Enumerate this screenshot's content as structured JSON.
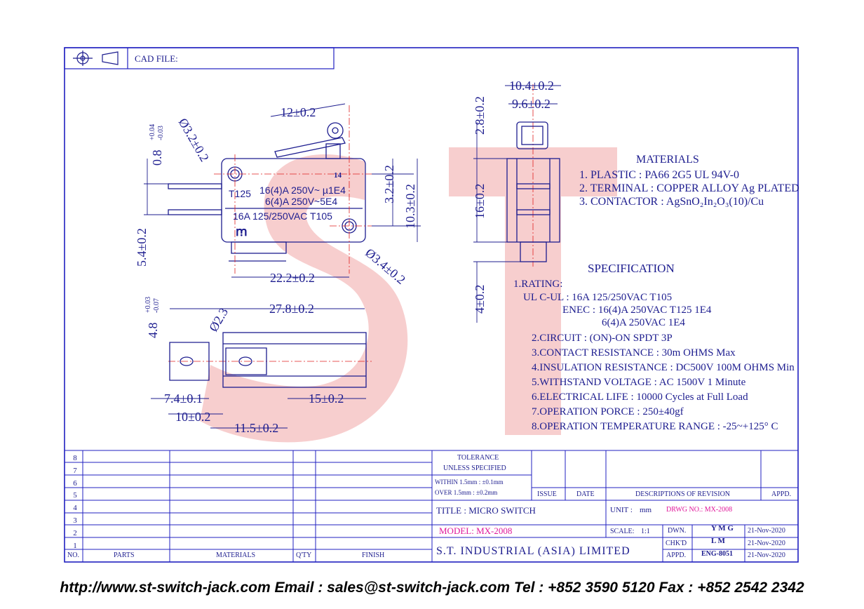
{
  "header": {
    "cad_file_label": "CAD FILE:"
  },
  "dimensions": {
    "top_view": {
      "hole_dia": "Ø3.2±0.2",
      "lever_offset": "12±0.2",
      "terminal_thk": "0.8",
      "terminal_thk_tol_plus": "+0.04",
      "terminal_thk_tol_minus": "-0.03",
      "dim_3_2": "3.2±0.2",
      "dim_10_3": "10.3±0.2",
      "dim_5_4": "5.4±0.2",
      "dim_22_2": "22.2±0.2",
      "hole2_dia": "Ø3.4±0.2"
    },
    "body_marks": {
      "t125": "T125",
      "rating_line1": "16(4)A 250V~ µ1E4",
      "rating_line2": "6(4)A 250V~5E4",
      "rating_line3": "16A 125/250VAC T105",
      "ul_mark": "ꭑ",
      "ce_mark": "14"
    },
    "bottom_view": {
      "dim_4_8": "4.8",
      "dim_4_8_tol_plus": "+0.03",
      "dim_4_8_tol_minus": "-0.07",
      "dim_dia_2_3": "Ø2.3",
      "dim_27_8": "27.8±0.2",
      "dim_7_4": "7.4±0.1",
      "dim_10": "10±0.2",
      "dim_11_5": "11.5±0.2",
      "dim_15": "15±0.2"
    },
    "side_view": {
      "dim_10_4": "10.4±0.2",
      "dim_9_6": "9.6±0.2",
      "dim_2_8": "2.8±0.2",
      "dim_16": "16±0.2",
      "dim_4": "4±0.2"
    }
  },
  "materials": {
    "title": "MATERIALS",
    "items": [
      "1. PLASTIC : PA66 2G5 UL 94V-0",
      "2. TERMINAL : COPPER ALLOY Ag PLATED",
      "3. CONTACTOR : AgSnO₂In₂O₃(10)/Cu"
    ]
  },
  "specification": {
    "title": "SPECIFICATION",
    "rating_head": "1.RATING:",
    "rating_lines": [
      "UL C-UL : 16A 125/250VAC T105",
      "ENEC : 16(4)A 250VAC T125 1E4",
      "6(4)A 250VAC 1E4"
    ],
    "items": [
      "2.CIRCUIT : (ON)-ON SPDT 3P",
      "3.CONTACT RESISTANCE : 30m OHMS Max",
      "4.INSULATION RESISTANCE : DC500V 100M OHMS Min",
      "5.WITHSTAND VOLTAGE : AC 1500V 1 Minute",
      "6.ELECTRICAL LIFE : 10000 Cycles at Full Load",
      "7.OPERATION PORCE : 250±40gf",
      "8.OPERATION TEMPERATURE RANGE : -25~+125° C"
    ]
  },
  "title_block": {
    "tolerance_line1": "TOLERANCE",
    "tolerance_line2": "UNLESS SPECIFIED",
    "within": "WITHIN 1.5mm : ±0.1mm",
    "over": "OVER 1.5mm : ±0.2mm",
    "issue": "ISSUE",
    "date": "DATE",
    "descriptions": "DESCRIPTIONS OF REVISION",
    "appd_col": "APPD.",
    "title": "TITLE : MICRO SWITCH",
    "unit_label": "UNIT :",
    "unit_value": "mm",
    "drwg_no": "DRWG NO.: MX-2008",
    "model": "MODEL: MX-2008",
    "scale_label": "SCALE:",
    "scale_value": "1:1",
    "dwn_label": "DWN.",
    "dwn_name": "Y M G",
    "dwn_date": "21-Nov-2020",
    "chkd_label": "CHK'D",
    "chkd_name": "L M",
    "chkd_date": "21-Nov-2020",
    "appd_label": "APPD.",
    "appd_name": "ENG-8051",
    "appd_date": "21-Nov-2020",
    "company": "S.T. INDUSTRIAL (ASIA) LIMITED"
  },
  "parts_table": {
    "row_numbers": [
      "8",
      "7",
      "6",
      "5",
      "4",
      "3",
      "2",
      "1"
    ],
    "headers": {
      "no": "NO.",
      "parts": "PARTS",
      "materials": "MATERIALS",
      "qty": "Q'TY",
      "finish": "FINISH"
    }
  },
  "footer": {
    "text": "http://www.st-switch-jack.com  Email : sales@st-switch-jack.com  Tel : +852 3590 5120  Fax : +852 2542 2342"
  },
  "colors": {
    "line": "#1d1d8f",
    "frame": "#2020c0",
    "watermark": "#e25050",
    "highlight": "#e0179a"
  }
}
